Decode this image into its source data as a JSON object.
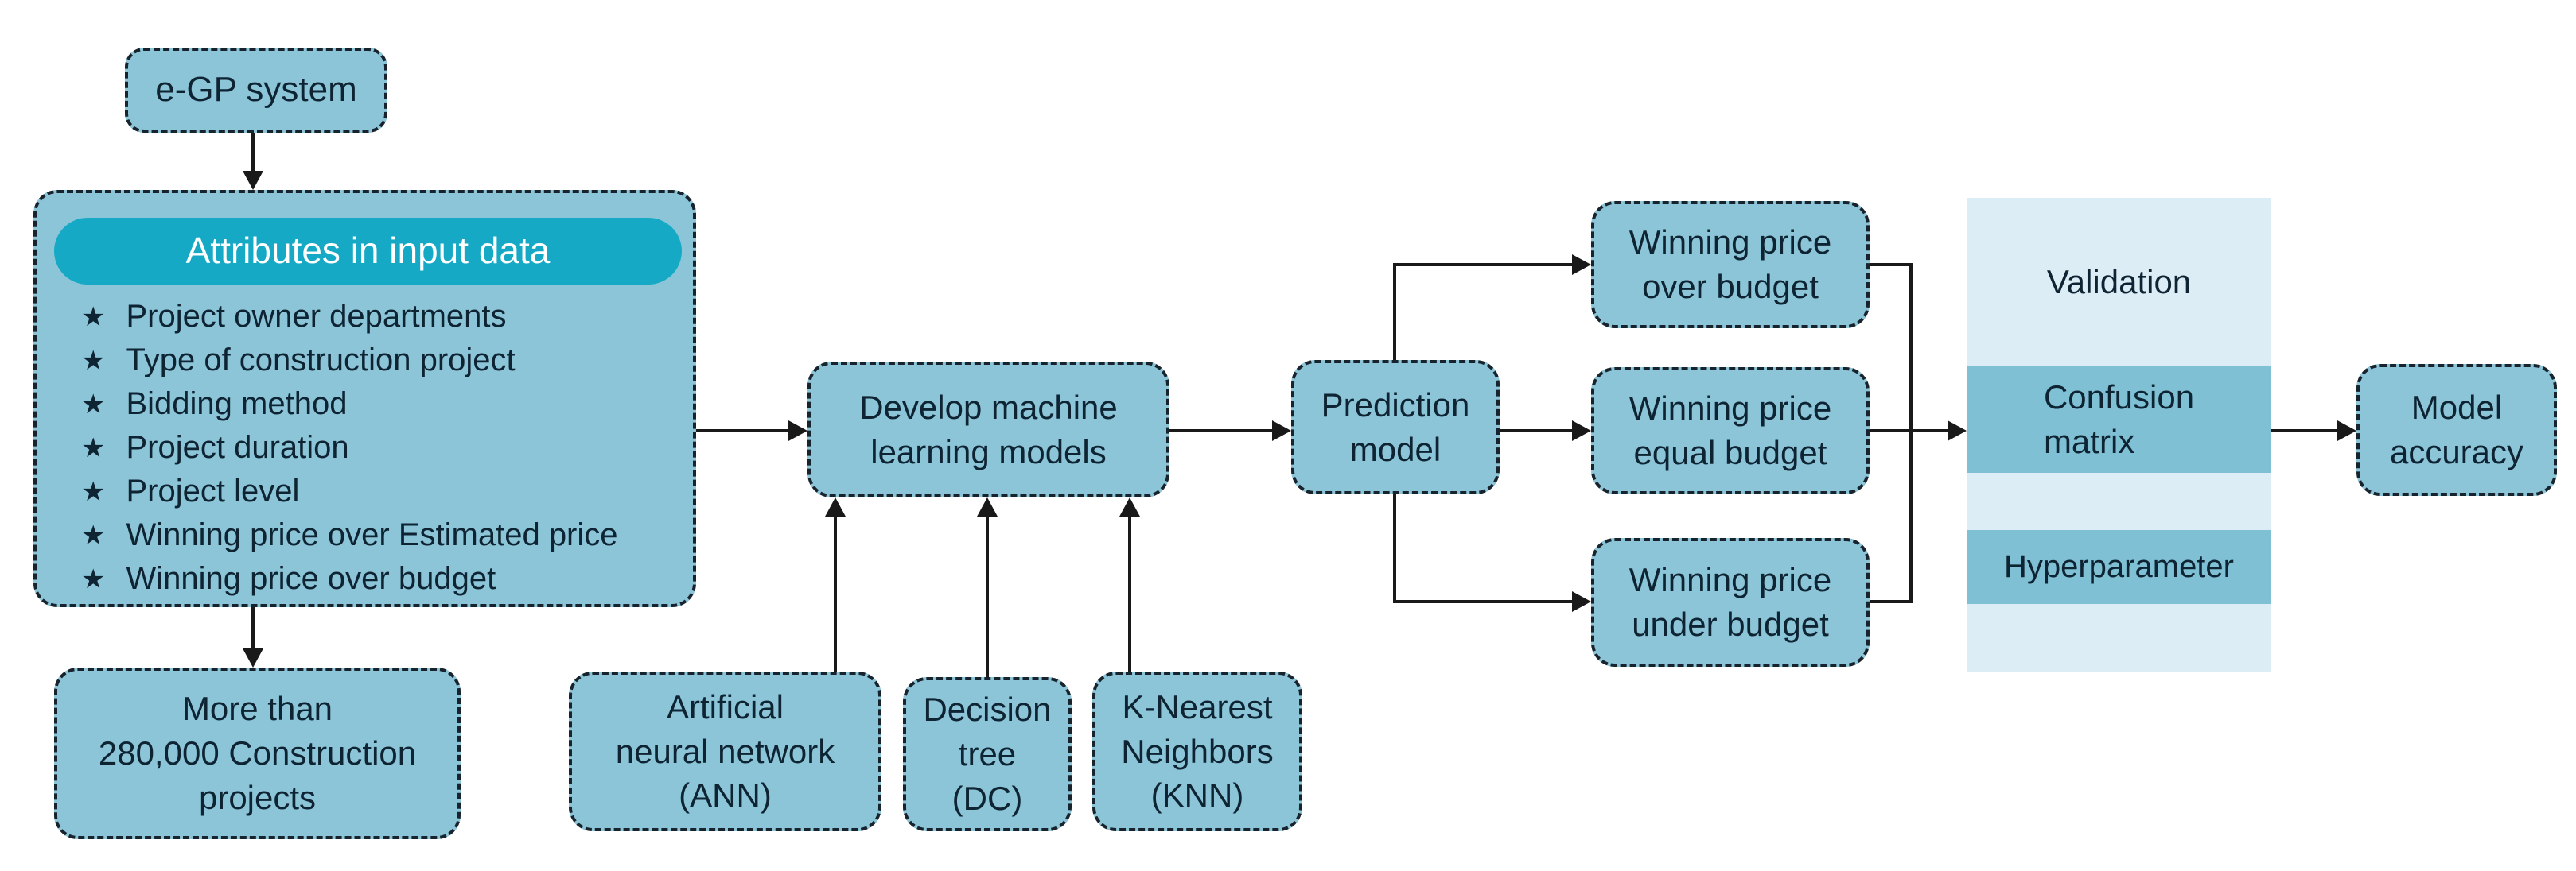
{
  "palette": {
    "node-fill": "#8cc5d8",
    "node-border": "#17242e",
    "text": "#0e2433",
    "pill-bg": "#16a9c5",
    "pill-text": "#ffffff",
    "panel-bg": "#dcedf6",
    "band-bg": "#7fc0d5",
    "line": "#191919",
    "bg": "#ffffff"
  },
  "diagram": {
    "egp": {
      "label": "e-GP system"
    },
    "attributes": {
      "title": "Attributes in input data",
      "bullet_icon": "★",
      "items": [
        "Project owner departments",
        "Type of construction project",
        "Bidding method",
        "Project duration",
        "Project level",
        "Winning price over Estimated price",
        "Winning price over budget"
      ]
    },
    "more_projects": {
      "label": "More than\n280,000 Construction\nprojects"
    },
    "develop": {
      "label": "Develop machine\nlearning models"
    },
    "models": {
      "ann": {
        "label": "Artificial\nneural network\n(ANN)"
      },
      "dc": {
        "label": "Decision\ntree\n(DC)"
      },
      "knn": {
        "label": "K-Nearest\nNeighbors\n(KNN)"
      }
    },
    "prediction": {
      "label": "Prediction\nmodel"
    },
    "outcomes": {
      "over": {
        "label": "Winning price\nover budget"
      },
      "equal": {
        "label": "Winning price\nequal budget"
      },
      "under": {
        "label": "Winning price\nunder budget"
      }
    },
    "validation_panel": {
      "validation_label": "Validation",
      "confusion_label": "Confusion\nmatrix",
      "hyperparameter_label": "Hyperparameter"
    },
    "accuracy": {
      "label": "Model\naccuracy"
    }
  }
}
